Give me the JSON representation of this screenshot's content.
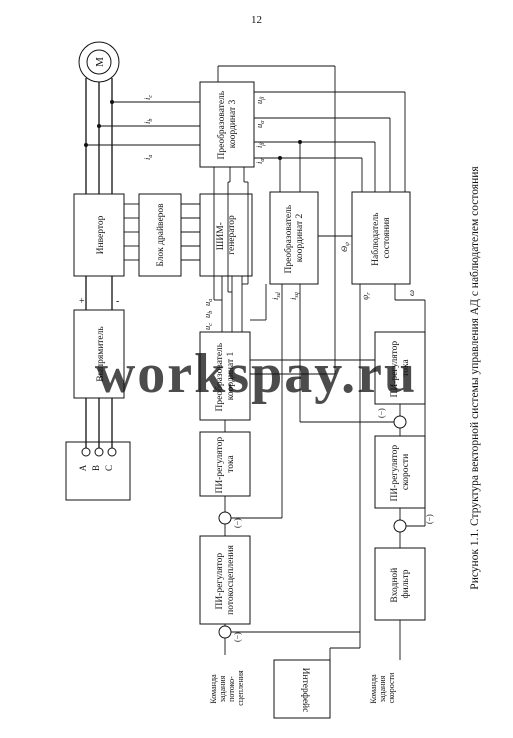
{
  "page_number": "12",
  "caption": "Рисунок 1.1. Структура векторной системы управления АД с наблюдателем состояния",
  "watermark": "workspay.ru",
  "motor_label": "M",
  "blocks": {
    "converter3": [
      "Преобразователь",
      "координат 3"
    ],
    "inverter": "Инвертор",
    "drivers": "Блок драйверов",
    "pwm": [
      "ШИМ-",
      "генератор"
    ],
    "converter2": [
      "Преобразователь",
      "координат 2"
    ],
    "observer": [
      "Наблюдатель",
      "состояния"
    ],
    "rectifier": "Выпрямитель",
    "converter1": [
      "Преобразователь",
      "координат 1"
    ],
    "pi_current_top": [
      "ПИ-регулятор",
      "тока"
    ],
    "pi_current_bottom": [
      "ПИ-регулятор",
      "тока"
    ],
    "pi_speed": [
      "ПИ-регулятор",
      "скорости"
    ],
    "pi_flux": [
      "ПИ-регулятор",
      "потокосцепления"
    ],
    "input_filter": [
      "Входной",
      "фильтр"
    ],
    "interface": "Интерфейс"
  },
  "grid_phases": [
    "A",
    "B",
    "C"
  ],
  "signals": {
    "i_c": "i",
    "i_c_sub": "c",
    "i_b": "i",
    "i_b_sub": "b",
    "i_a": "i",
    "i_a_sub": "a",
    "u_beta": "u",
    "u_beta_sub": "β",
    "u_alpha": "u",
    "u_alpha_sub": "α",
    "i_beta": "i",
    "i_beta_sub": "β",
    "i_alpha": "i",
    "i_alpha_sub": "α",
    "u_a": "u",
    "u_a_sub": "a",
    "u_b": "u",
    "u_b_sub": "b",
    "u_c": "u",
    "u_c_sub": "c",
    "i_sd": "i",
    "i_sd_sub": "sd",
    "i_sq": "i",
    "i_sq_sub": "sq",
    "theta_hat": "Θ",
    "theta_hat_sub": "ψ",
    "psi_hat": "ψ",
    "psi_hat_sub": "r",
    "omega_hat": "ω",
    "plus": "+",
    "minus": "-",
    "neg": "(−)"
  },
  "commands": {
    "flux_command": [
      "Команда",
      "задания",
      "потоко-",
      "сцепления"
    ],
    "speed_command": [
      "Команда",
      "задания",
      "скорости"
    ]
  }
}
